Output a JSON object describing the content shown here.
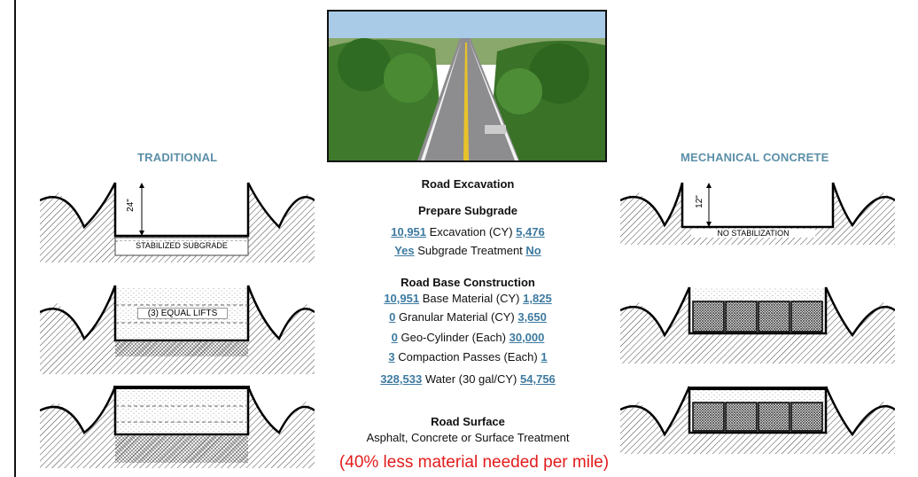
{
  "columns": {
    "left_title": "TRADITIONAL",
    "right_title": "MECHANICAL CONCRETE"
  },
  "diagrams": {
    "left_depth": "24\"",
    "left_subgrade": "STABILIZED SUBGRADE",
    "left_lifts": "(3) EQUAL LIFTS",
    "right_depth": "12\"",
    "right_subgrade": "NO STABILIZATION"
  },
  "photo": {
    "subject": "road-photo"
  },
  "center": {
    "road_excavation": "Road Excavation",
    "prepare_subgrade": "Prepare Subgrade",
    "prep_rows": [
      {
        "left": "10,951",
        "label": "Excavation (CY)",
        "right": "5,476"
      },
      {
        "left": "Yes",
        "label": "Subgrade Treatment",
        "right": "No"
      }
    ],
    "road_base": "Road Base Construction",
    "base_rows": [
      {
        "left": "10,951",
        "label": "Base Material (CY)",
        "right": "1,825"
      },
      {
        "left": "0",
        "label": "Granular Material (CY)",
        "right": "3,650"
      },
      {
        "left": "0",
        "label": "Geo-Cylinder (Each)",
        "right": "30,000"
      },
      {
        "left": "3",
        "label": "Compaction Passes (Each)",
        "right": "1"
      },
      {
        "left": "328,533",
        "label": "Water (30 gal/CY)",
        "right": "54,756"
      }
    ],
    "road_surface": "Road Surface",
    "surface_desc": "Asphalt, Concrete or Surface Treatment"
  },
  "note": "(40% less material needed per mile)",
  "colors": {
    "accent": "#5b8fa8",
    "link": "#3d7aa0",
    "note": "#e31b1b"
  }
}
